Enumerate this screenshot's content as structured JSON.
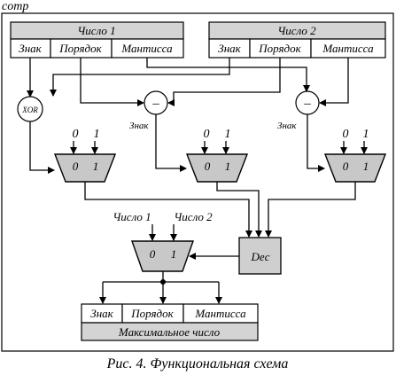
{
  "corner_label": "comp",
  "number1": {
    "title": "Число 1",
    "fields": [
      "Знак",
      "Порядок",
      "Мантисса"
    ]
  },
  "number2": {
    "title": "Число 2",
    "fields": [
      "Знак",
      "Порядок",
      "Мантисса"
    ]
  },
  "xor_label": "XOR",
  "subtract_symbol": "–",
  "sign_label": "Знак",
  "mux_inputs": {
    "in0": "0",
    "in1": "1"
  },
  "final_mux_inputs": {
    "in0": "Число 1",
    "in1": "Число 2"
  },
  "decoder_label": "Dec",
  "result": {
    "fields": [
      "Знак",
      "Порядок",
      "Мантисса"
    ],
    "title": "Максимальное число"
  },
  "caption": "Рис. 4. Функциональная схема"
}
